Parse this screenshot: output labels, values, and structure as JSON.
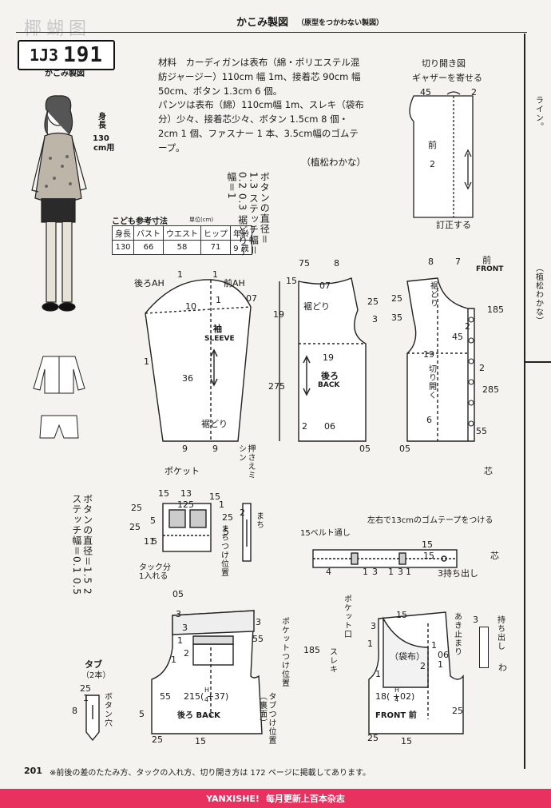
{
  "header": {
    "watermark": "椰蝴图",
    "title": "かこみ製図",
    "subtitle": "（原型をつかわない製図）"
  },
  "badge": {
    "prefix": "1J3",
    "number": "191",
    "caption": "かこみ製図"
  },
  "model": {
    "height_label": "身長",
    "height_value": "130",
    "height_unit": "cm用"
  },
  "materials": {
    "line1": "材料　カーディガンは表布（綿・ポリエステル混紡ジャージー）110cm 幅 1m、接着芯 90cm 幅 50cm、ボタン 1.3cm 6 個。",
    "line2": "パンツは表布（綿）110cm幅 1m、スレキ（袋布分）少々、接着芯少々、ボタン 1.5cm 8 個・2cm 1 個、ファスナー 1 本、3.5cm幅のゴムテープ。",
    "credit": "（植松わかな）"
  },
  "sizes": {
    "title": "こども参考寸法",
    "unit": "単位(cm)",
    "headers": [
      "身長",
      "バスト",
      "ウエスト",
      "ヒップ",
      "年齢"
    ],
    "values": [
      "130",
      "66",
      "58",
      "71",
      "9 歳"
    ]
  },
  "notes_vertical": {
    "button_spec_top": "ボタンの直径＝1.3 ステッチ幅＝0.2 0.3 裾どり〜幅＝1",
    "button_spec_bottom": "ボタンの直径＝1.5 2 ステッチ幅＝0.1 0.5",
    "side_right_1": "ライン。",
    "side_right_2": "（植松わかな）"
  },
  "cut_open": {
    "title1": "切り開き図",
    "title2": "ギャザーを寄せる",
    "front": "前",
    "nums": [
      "45",
      "2",
      "2"
    ],
    "bottom": "訂正する"
  },
  "sleeve": {
    "label_jp": "袖",
    "label_en": "SLEEVE",
    "back_ah": "後ろAH",
    "front_ah": "前AH",
    "hem": "裾どり",
    "nums": [
      "1",
      "1",
      "10",
      "1",
      "07",
      "1",
      "36",
      "9",
      "9"
    ],
    "press": "押さえミシン"
  },
  "back": {
    "label_jp": "後ろ",
    "label_en": "BACK",
    "hem": "裾どり",
    "nums": [
      "75",
      "8",
      "15",
      "07",
      "25",
      "3",
      "19",
      "275",
      "19",
      "2",
      "06",
      "05"
    ]
  },
  "front": {
    "label_jp": "前",
    "label_en": "FRONT",
    "hem": "裾どり",
    "open": "切り開く",
    "nums": [
      "8",
      "7",
      "25",
      "35",
      "45",
      "19",
      "185",
      "285",
      "6",
      "55",
      "05",
      "2",
      "2"
    ],
    "shin": "芯"
  },
  "pocket": {
    "title": "ポケット",
    "gusset": "まち",
    "nums": [
      "15",
      "13",
      "15",
      "125",
      "25",
      "5",
      "5",
      "5",
      "25",
      "1",
      "25",
      "11",
      "05",
      "2"
    ],
    "tuck": "タック分1入れる",
    "pos": "まちつけ位置"
  },
  "belt": {
    "note": "左右で13cmのゴムテープをつける",
    "loop": "15ベルト通し",
    "nums": [
      "15",
      "4",
      "1",
      "3",
      "1",
      "3",
      "1",
      "15"
    ],
    "extend": "3持ち出し",
    "shin": "芯"
  },
  "pants_back": {
    "label": "後ろ BACK",
    "formula_h": "H",
    "formula_d": "4",
    "formula": "215( +37)",
    "nums": [
      "3",
      "3",
      "1",
      "55",
      "3",
      "2",
      "1",
      "5",
      "55",
      "25",
      "15"
    ],
    "pocket_pos": "ポケットつけ位置",
    "tab_pos": "タブつけ位置（裏面）",
    "suleki": "スレキ",
    "len": "185"
  },
  "pants_front": {
    "label": "FRONT 前",
    "formula": "18( +02)",
    "formula_h": "H",
    "formula_d": "4",
    "bag": "（袋布）",
    "nums": [
      "15",
      "3",
      "1",
      "1",
      "06",
      "1",
      "2",
      "1",
      "25",
      "25",
      "15"
    ],
    "pocket_mouth": "ポケット口",
    "stop": "あき止まり",
    "extend": "持ち出し",
    "extend_n": "3",
    "extend_w": "わ"
  },
  "tab": {
    "title": "タブ",
    "count": "（2本）",
    "nums": [
      "25",
      "1",
      "8"
    ],
    "buttonhole": "ボタン穴"
  },
  "footer": {
    "page": "201",
    "note": "※前後の差のたたみ方、タックの入れ方、切り開き方は 172 ページに掲載してあります。",
    "brand": "YANXISHE!",
    "slogan": "每月更新上百本杂志"
  }
}
